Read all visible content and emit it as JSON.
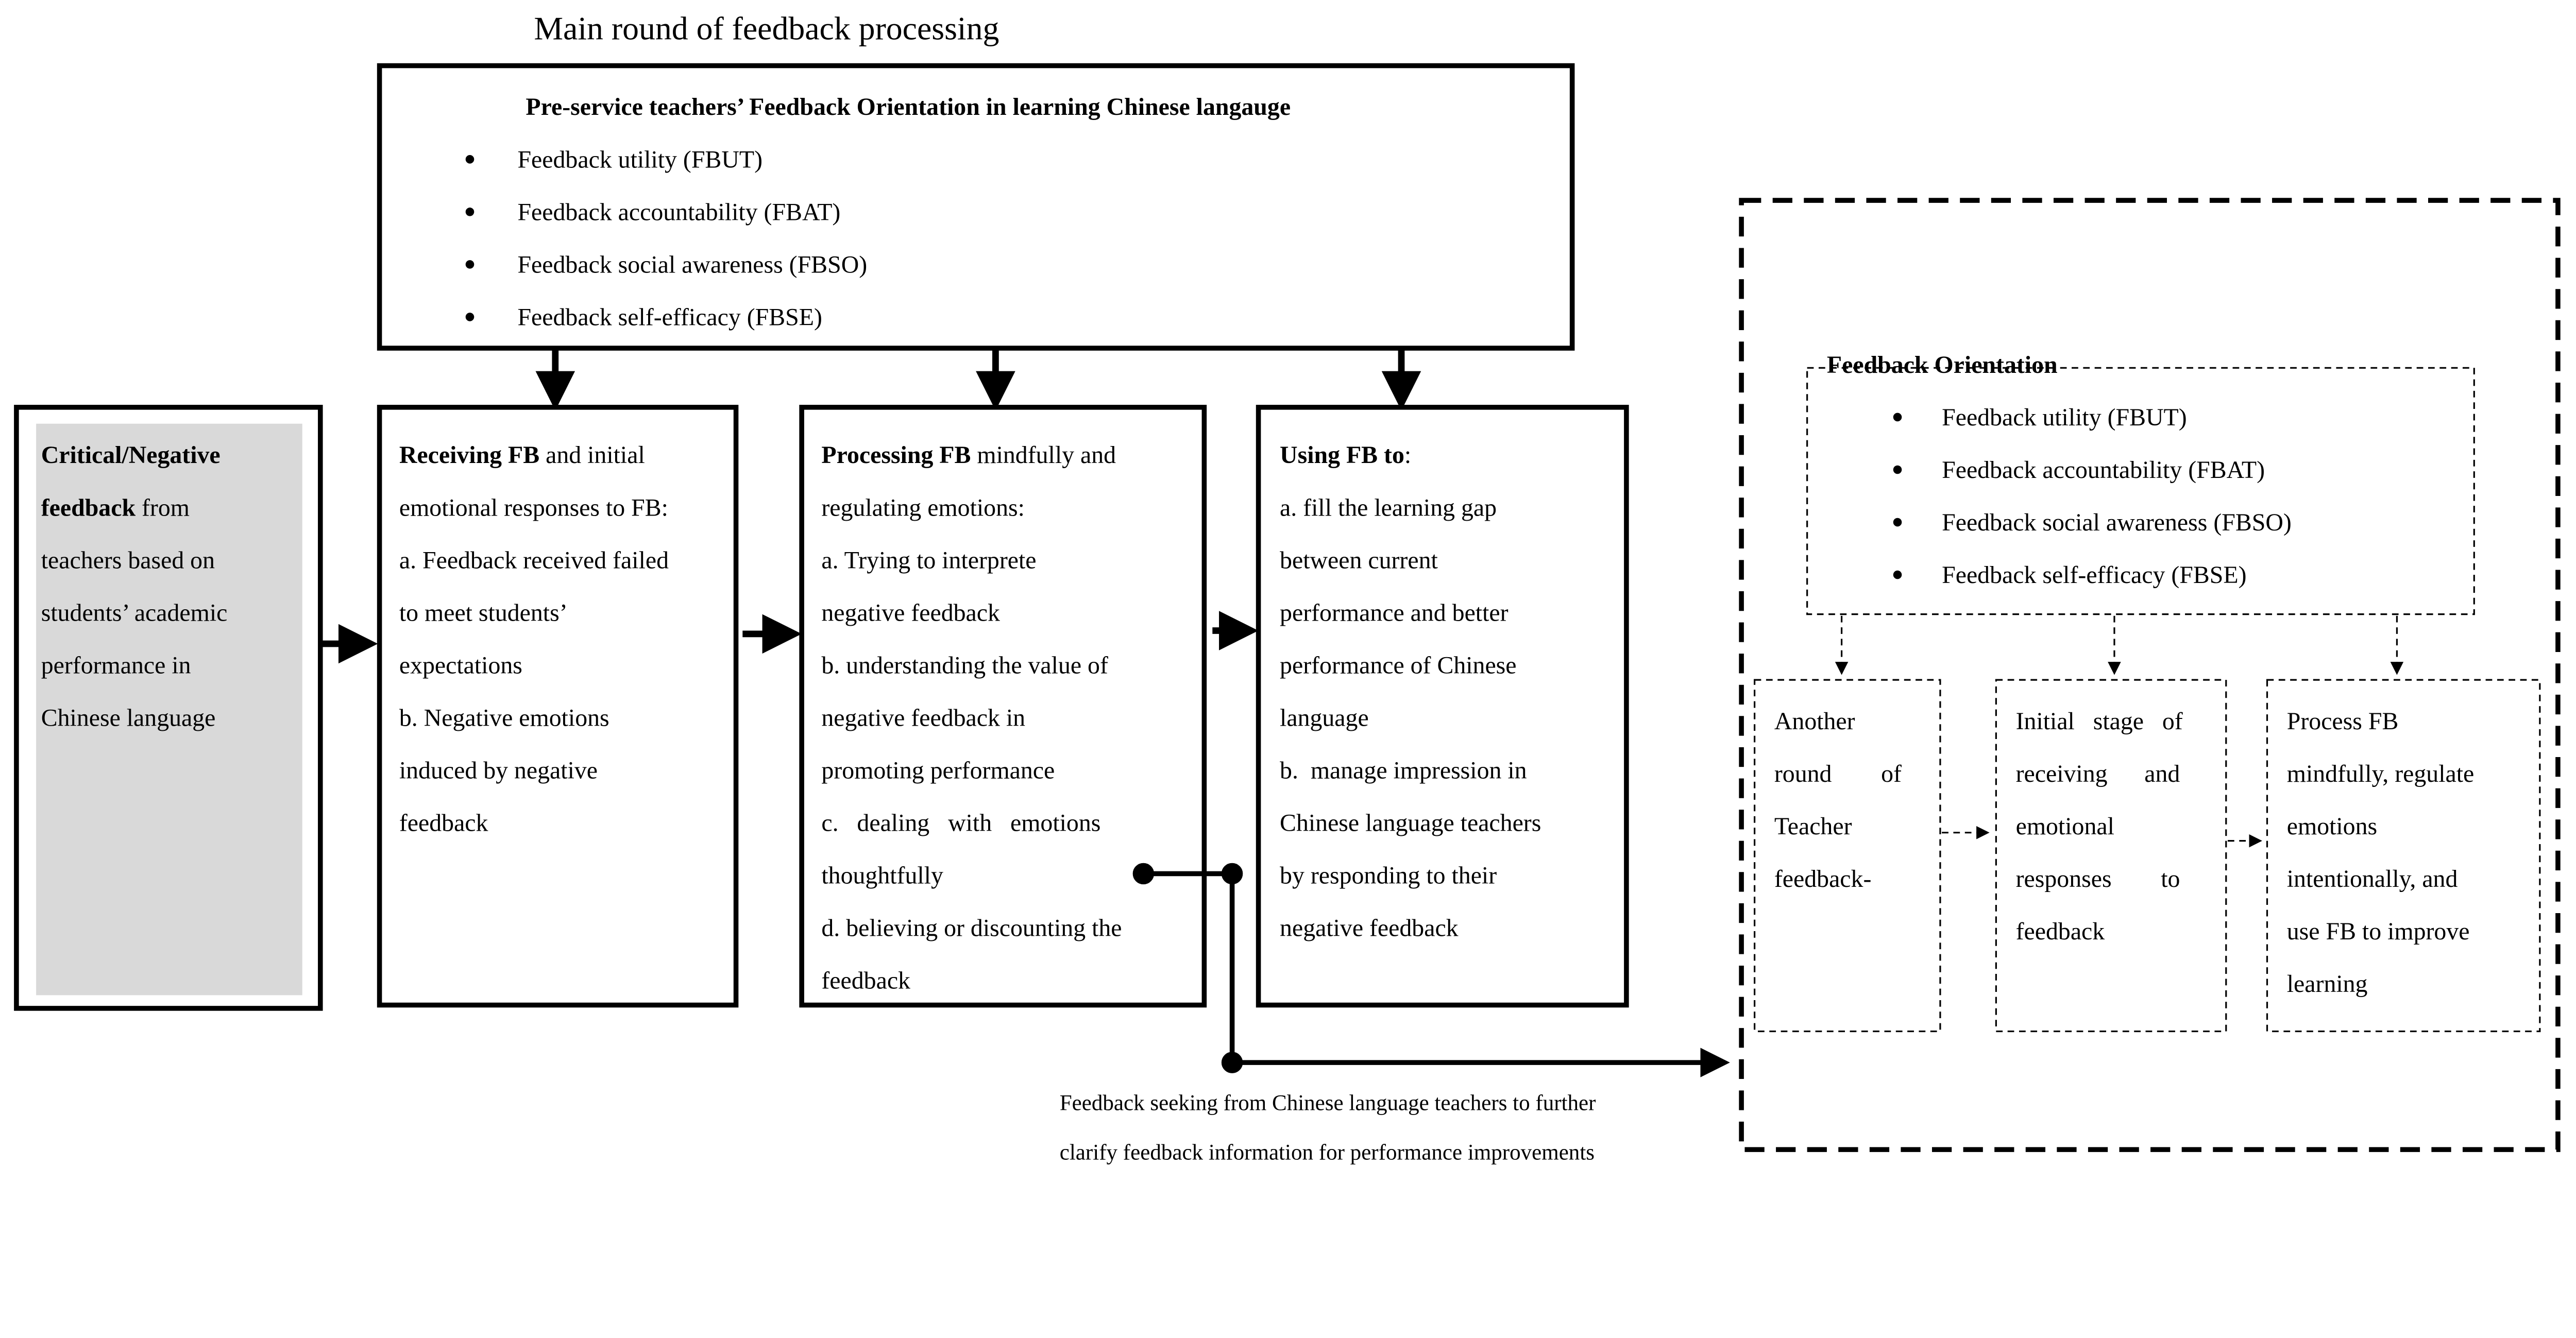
{
  "title": "Main round of feedback processing",
  "orientation_box": {
    "heading": "Pre-service teachers’ Feedback Orientation in learning Chinese langauge",
    "items": [
      "Feedback utility (FBUT)",
      "Feedback accountability (FBAT)",
      "Feedback social awareness (FBSO)",
      "Feedback self-efficacy (FBSE)"
    ]
  },
  "stages": [
    {
      "id": "critical-feedback",
      "fill": "#d9d9d9",
      "lines": [
        {
          "bold": "Critical/Negative",
          "text": ""
        },
        {
          "bold": "feedback",
          "text": " from"
        },
        {
          "text": "teachers based on"
        },
        {
          "text": "students’ academic"
        },
        {
          "text": "performance in"
        },
        {
          "text": "Chinese language"
        }
      ]
    },
    {
      "id": "receiving-fb",
      "lines": [
        {
          "bold": "Receiving FB",
          "text": " and initial"
        },
        {
          "text": "emotional responses to FB:"
        },
        {
          "text": "a. Feedback received failed"
        },
        {
          "text": "to meet students’"
        },
        {
          "text": "expectations"
        },
        {
          "text": "b. Negative emotions"
        },
        {
          "text": "induced by negative"
        },
        {
          "text": "feedback"
        }
      ]
    },
    {
      "id": "processing-fb",
      "lines": [
        {
          "bold": "Processing FB",
          "text": " mindfully and"
        },
        {
          "text": "regulating emotions:"
        },
        {
          "text": "a. Trying to interprete"
        },
        {
          "text": "negative feedback"
        },
        {
          "text": "b. understanding the value of"
        },
        {
          "text": "negative feedback in"
        },
        {
          "text": "promoting performance"
        },
        {
          "text": "c.   dealing   with   emotions"
        },
        {
          "text": "thoughtfully"
        },
        {
          "text": "d. believing or discounting the"
        },
        {
          "text": "feedback"
        }
      ]
    },
    {
      "id": "using-fb",
      "lines": [
        {
          "bold": "Using FB to",
          "text": ":"
        },
        {
          "text": "a. fill the learning gap"
        },
        {
          "text": "between current"
        },
        {
          "text": "performance and better"
        },
        {
          "text": "performance of Chinese"
        },
        {
          "text": "language"
        },
        {
          "text": "b.  manage impression in"
        },
        {
          "text": "Chinese language teachers"
        },
        {
          "text": "by responding to their"
        },
        {
          "text": "negative feedback"
        }
      ]
    }
  ],
  "feedback_seeking": [
    "Feedback seeking from Chinese language teachers to further",
    "clarify feedback information for performance improvements"
  ],
  "next_round": {
    "orientation_heading": "Feedback Orientation",
    "orientation_items": [
      "Feedback utility (FBUT)",
      "Feedback accountability (FBAT)",
      "Feedback social awareness (FBSO)",
      "Feedback self-efficacy (FBSE)"
    ],
    "stages": [
      {
        "id": "another-round",
        "lines": [
          {
            "text": "Another"
          },
          {
            "text": "round        of"
          },
          {
            "text": "Teacher"
          },
          {
            "text": "feedback-"
          }
        ]
      },
      {
        "id": "initial-stage",
        "lines": [
          {
            "text": "Initial   stage   of"
          },
          {
            "text": "receiving      and"
          },
          {
            "text": "emotional"
          },
          {
            "text": "responses        to"
          },
          {
            "text": "feedback"
          }
        ]
      },
      {
        "id": "process-fb-mindfully",
        "lines": [
          {
            "text": "Process FB"
          },
          {
            "text": "mindfully, regulate"
          },
          {
            "text": "emotions"
          },
          {
            "text": "intentionally, and"
          },
          {
            "text": "use FB to improve"
          },
          {
            "text": "learning"
          }
        ]
      }
    ]
  },
  "colors": {
    "line": "#000000",
    "shade": "#d9d9d9",
    "background": "#ffffff"
  }
}
